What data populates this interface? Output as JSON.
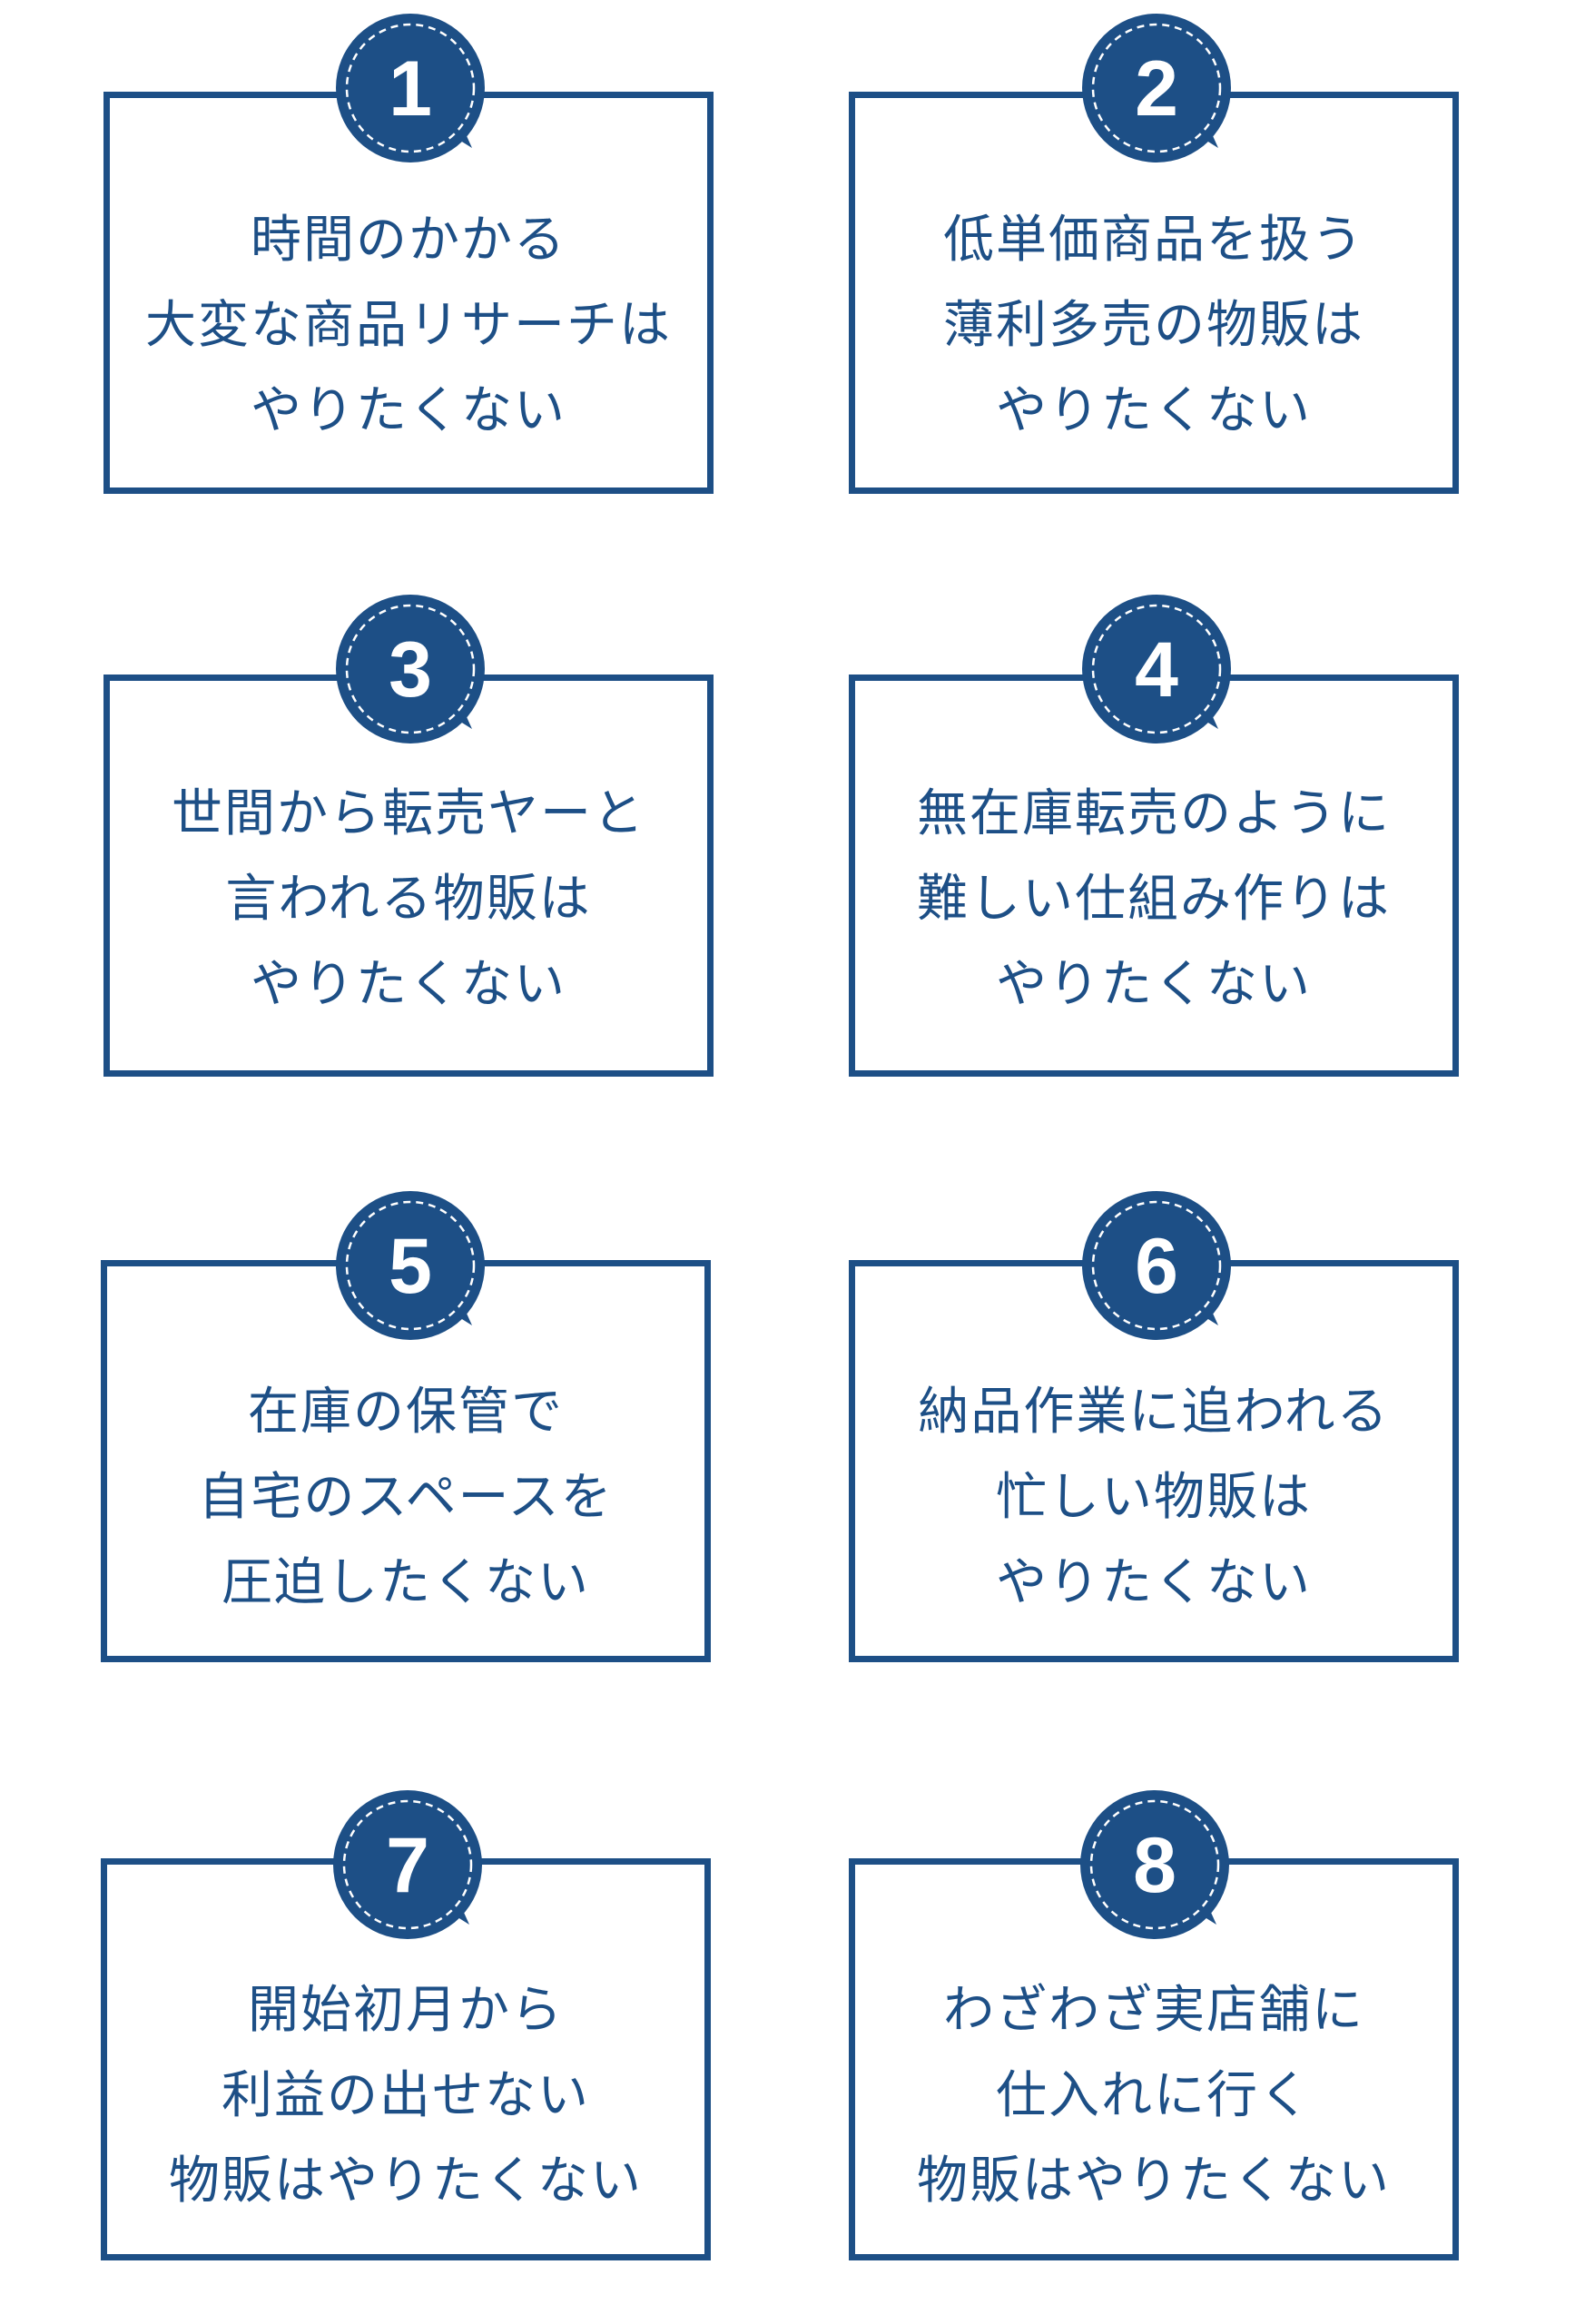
{
  "colors": {
    "accent": "#1d4f86",
    "background": "#ffffff"
  },
  "cards": [
    {
      "number": "1",
      "lines": [
        "時間のかかる",
        "大変な商品リサーチは",
        "やりたくない"
      ]
    },
    {
      "number": "2",
      "lines": [
        "低単価商品を扱う",
        "薄利多売の物販は",
        "やりたくない"
      ]
    },
    {
      "number": "3",
      "lines": [
        "世間から転売ヤーと",
        "言われる物販は",
        "やりたくない"
      ]
    },
    {
      "number": "4",
      "lines": [
        "無在庫転売のように",
        "難しい仕組み作りは",
        "やりたくない"
      ]
    },
    {
      "number": "5",
      "lines": [
        "在庫の保管で",
        "自宅のスペースを",
        "圧迫したくない"
      ]
    },
    {
      "number": "6",
      "lines": [
        "納品作業に追われる",
        "忙しい物販は",
        "やりたくない"
      ]
    },
    {
      "number": "7",
      "lines": [
        "開始初月から",
        "利益の出せない",
        "物販はやりたくない"
      ]
    },
    {
      "number": "8",
      "lines": [
        "わざわざ実店舗に",
        "仕入れに行く",
        "物販はやりたくない"
      ]
    }
  ]
}
